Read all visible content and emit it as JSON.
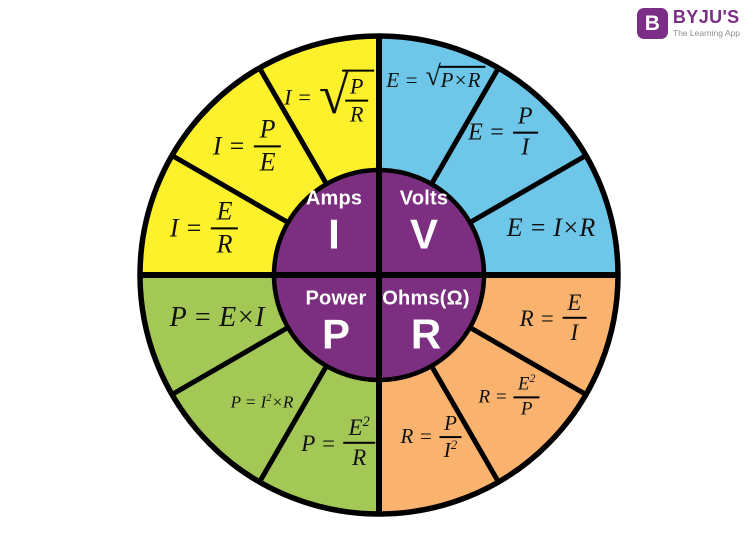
{
  "logo": {
    "badge_letter": "B",
    "brand": "BYJU'S",
    "tagline": "The Learning App"
  },
  "colors": {
    "amps_yellow": "#FCF12B",
    "volts_blue": "#6EC6E8",
    "power_green": "#A3C856",
    "ohms_orange": "#F9B36F",
    "center_purple": "#7C2F80",
    "brand_purple": "#7B2E85"
  },
  "center": {
    "amps": {
      "word": "Amps",
      "symbol": "I"
    },
    "volts": {
      "word": "Volts",
      "symbol": "V"
    },
    "power": {
      "word": "Power",
      "symbol": "P"
    },
    "ohms": {
      "word": "Ohms(Ω)",
      "symbol": "R"
    }
  },
  "formulas": {
    "i_sqrt_pr": {
      "lhs": "I =",
      "num": "P",
      "den": "R",
      "radical": "√"
    },
    "i_p_over_e": {
      "lhs": "I =",
      "num": "P",
      "den": "E"
    },
    "i_e_over_r": {
      "lhs": "I =",
      "num": "E",
      "den": "R"
    },
    "e_sqrt_pr": {
      "lhs": "E =",
      "radicand": "P×R",
      "radical": "√"
    },
    "e_p_over_i": {
      "lhs": "E =",
      "num": "P",
      "den": "I"
    },
    "e_i_times_r": {
      "text": "E = I×R"
    },
    "p_e_times_i": {
      "text": "P = E×I"
    },
    "p_i2_times_r": {
      "pre": "P = I",
      "sup": "2",
      "post": "×R"
    },
    "p_e2_over_r": {
      "lhs": "P =",
      "num_base": "E",
      "num_sup": "2",
      "den": "R"
    },
    "r_e_over_i": {
      "lhs": "R =",
      "num": "E",
      "den": "I"
    },
    "r_e2_over_p": {
      "lhs": "R =",
      "num_base": "E",
      "num_sup": "2",
      "den": "P"
    },
    "r_p_over_i2": {
      "lhs": "R =",
      "num": "P",
      "den_base": "I",
      "den_sup": "2"
    }
  }
}
